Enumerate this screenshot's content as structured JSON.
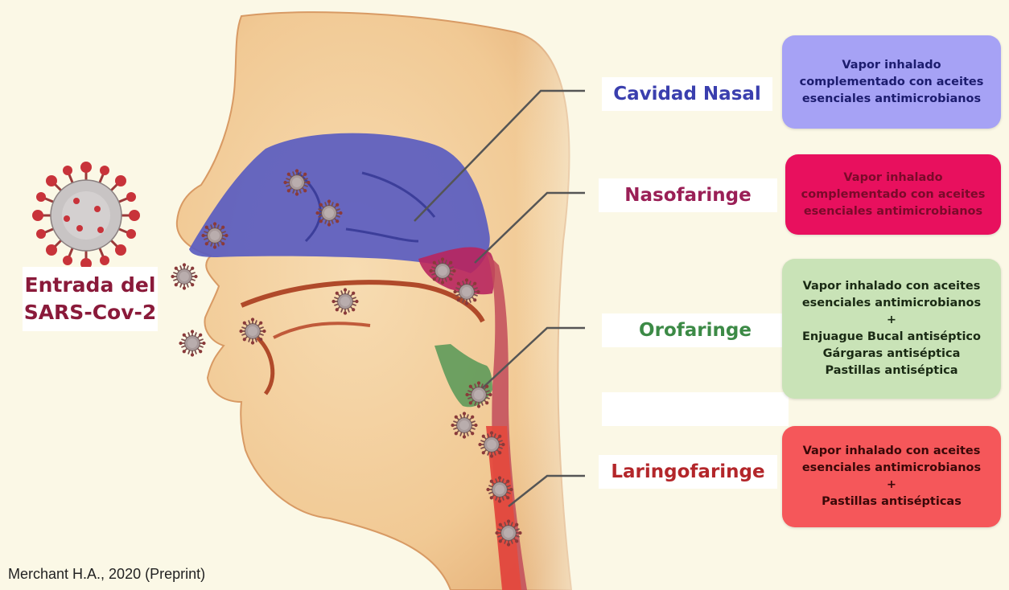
{
  "colors": {
    "background": "#fbf8e6",
    "skin": "#f3cf9f",
    "nasal_cavity": "#5a5cc0",
    "nasopharynx": "#b8255e",
    "oropharynx": "#5e9a5a",
    "laryngopharynx": "#e44a3e"
  },
  "entry": {
    "line1": "Entrada del",
    "line2": "SARS-Cov-2"
  },
  "regions": [
    {
      "name": "Cavidad Nasal",
      "color": "#3a3fae",
      "treatment": [
        "Vapor inhalado",
        "complementado con aceites",
        "esenciales antimicrobianos"
      ],
      "box_bg": "#a6a2f5",
      "text_color": "#1c1c6e"
    },
    {
      "name": "Nasofaringe",
      "color": "#9a1f56",
      "treatment": [
        "Vapor inhalado",
        "complementado con aceites",
        "esenciales antimicrobianos"
      ],
      "box_bg": "#e8105e",
      "text_color": "#7a0a2a"
    },
    {
      "name": "Orofaringe",
      "color": "#3c8a46",
      "treatment": [
        "Vapor inhalado con aceites",
        "esenciales antimicrobianos",
        "+",
        "Enjuague Bucal antiséptico",
        "Gárgaras antiséptica",
        "Pastillas antiséptica"
      ],
      "box_bg": "#c9e3b7",
      "text_color": "#1a2a14"
    },
    {
      "name": "Laringofaringe",
      "color": "#b3262a",
      "treatment": [
        "Vapor inhalado con aceites",
        "esenciales antimicrobianos",
        "+",
        "Pastillas antisépticas"
      ],
      "box_bg": "#f5575a",
      "text_color": "#3a0808"
    }
  ],
  "citation": "Merchant H.A., 2020 (Preprint)"
}
